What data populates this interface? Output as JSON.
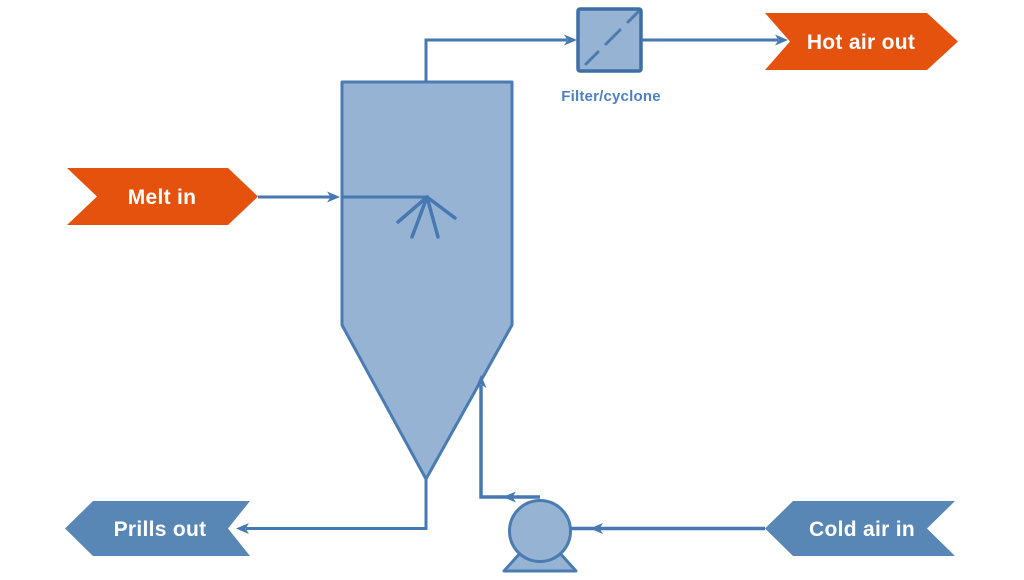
{
  "diagram": {
    "type": "process-flow-diagram",
    "labels": {
      "melt_in": "Melt in",
      "hot_air_out": "Hot air out",
      "prills_out": "Prills out",
      "cold_air_in": "Cold air in",
      "filter_cyclone": "Filter/cyclone"
    },
    "flows": [
      {
        "from": "melt-in",
        "to": "prilling-tower-spray-nozzle"
      },
      {
        "from": "prilling-tower-top",
        "to": "filter-cyclone"
      },
      {
        "from": "filter-cyclone",
        "to": "hot-air-out"
      },
      {
        "from": "prilling-tower-cone",
        "to": "prills-out"
      },
      {
        "from": "cold-air-in",
        "to": "fan-pump"
      },
      {
        "from": "fan-pump",
        "to": "prilling-tower-cone"
      }
    ],
    "colors": {
      "orange_banner": "#E4520E",
      "blue_banner": "#5987B5",
      "shape_fill": "#97B3D3",
      "shape_stroke": "#4A7CB2",
      "filter_stroke": "#3D6FA6",
      "line_stroke": "#4679B2",
      "label_text": "#4E80C4",
      "banner_text": "#FFFFFF",
      "background": "#FFFFFF"
    }
  }
}
